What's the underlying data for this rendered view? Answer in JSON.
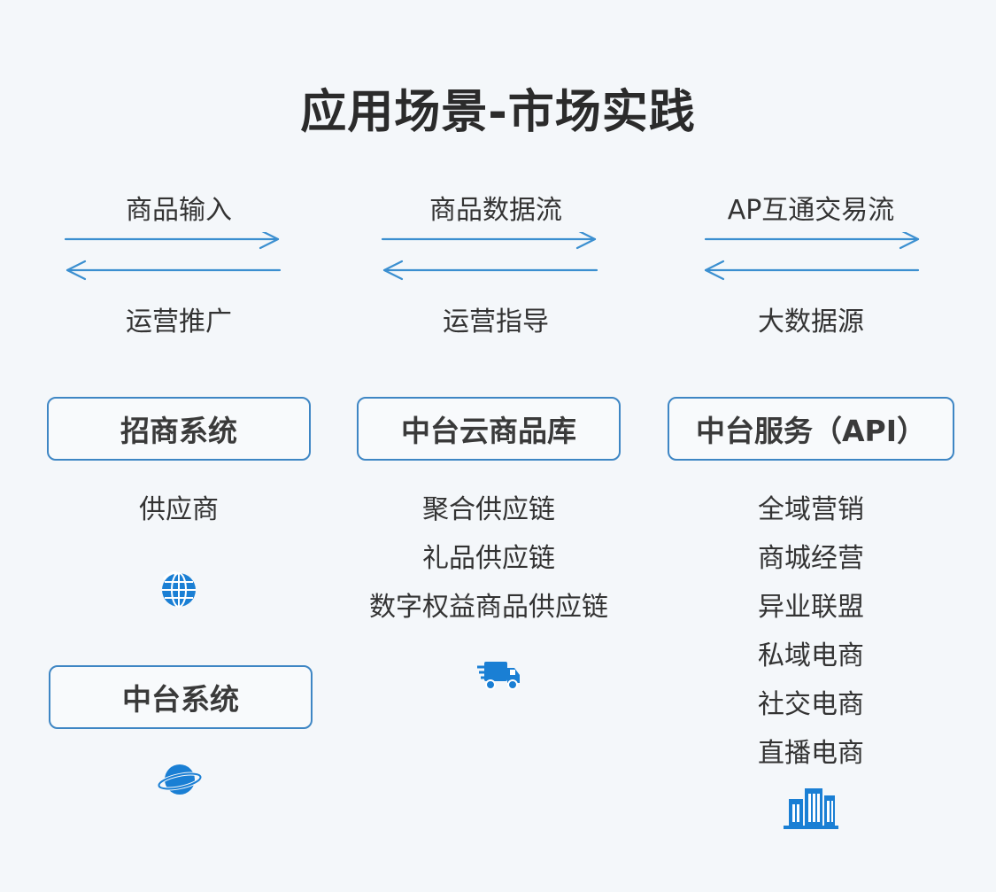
{
  "page": {
    "title": "应用场景-市场实践"
  },
  "flows": [
    {
      "top_label": "商品输入",
      "bottom_label": "运营推广"
    },
    {
      "top_label": "商品数据流",
      "bottom_label": "运营指导"
    },
    {
      "top_label": "AP互通交易流",
      "bottom_label": "大数据源"
    }
  ],
  "columns": {
    "left": {
      "box1_label": "招商系统",
      "items": [
        "供应商"
      ],
      "icon1": "globe-refresh-icon",
      "box2_label": "中台系统",
      "icon2": "planet-icon"
    },
    "middle": {
      "box_label": "中台云商品库",
      "items": [
        "聚合供应链",
        "礼品供应链",
        "数字权益商品供应链"
      ],
      "icon": "delivery-truck-icon"
    },
    "right": {
      "box_label": "中台服务（API）",
      "items": [
        "全域营销",
        "商城经营",
        "异业联盟",
        "私域电商",
        "社交电商",
        "直播电商"
      ],
      "icon": "buildings-icon"
    }
  },
  "colors": {
    "accent": "#3e86c4",
    "arrow": "#3b8fd0",
    "text": "#333333",
    "background": "#f4f7fa"
  }
}
